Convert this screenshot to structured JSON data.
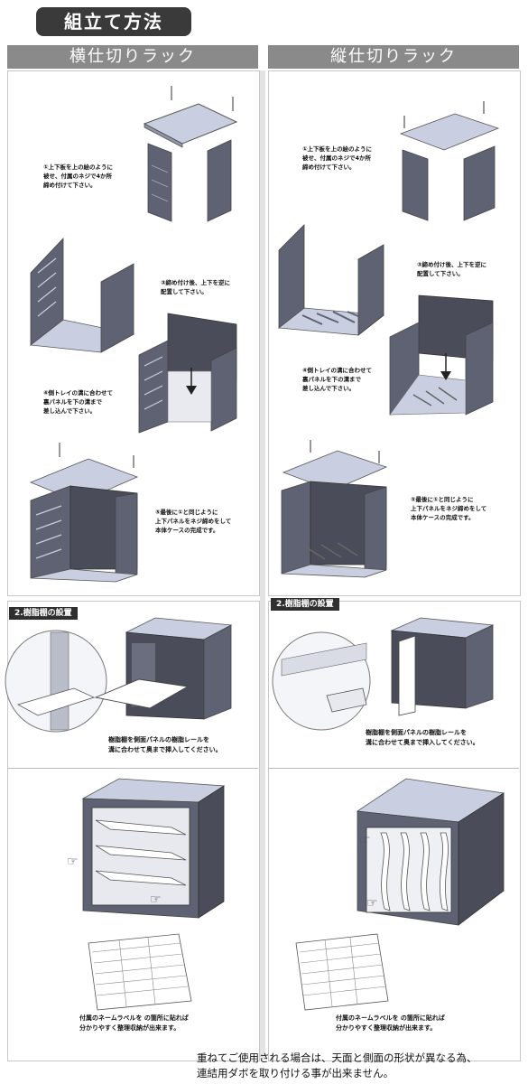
{
  "page_title": "組立て方法",
  "columns": {
    "left_header": "横仕切りラック",
    "right_header": "縦仕切りラック"
  },
  "steps": {
    "left_1": "①上下板を上の絵のように\n被せ、付属のネジで4か所\n締め付けて下さい。",
    "left_2": "③締め付け後、上下を逆に\n配置して下さい。",
    "left_3": "④側トレイの溝に合わせて\n裏パネルを下の溝まで\n差し込んで下さい。",
    "left_4": "⑤最後に①と同じように\n上下パネルをネジ締めをして\n本体ケースの完成です。",
    "right_1": "①上下板を上の絵のように\n被せ、付属のネジで4か所\n締め付けて下さい。",
    "right_2": "③締め付け後、上下を逆に\n配置して下さい。",
    "right_3": "④側トレイの溝に合わせて\n裏パネルを下の溝まで\n差し込んで下さい。",
    "right_4": "⑤最後に①と同じように\n上下パネルをネジ締めをして\n本体ケースの完成です。"
  },
  "section2": {
    "left_label": "2.樹脂棚の設置",
    "right_label": "2.樹脂棚の設置",
    "left_caption": "樹脂棚を側面パネルの樹脂レールを\n溝に合わせて奥まで挿入してください。",
    "right_caption": "樹脂棚を側面パネルの樹脂レールを\n溝に合わせて奥まで挿入してください。",
    "label_caption_left": "付属のネームラベルを   の箇所に貼れば\n分かりやすく整理収納が出来ます。",
    "label_caption_right": "付属のネームラベルを   の箇所に貼れば\n分かりやすく整理収納が出来ます。"
  },
  "footer_note": "重ねてご使用される場合は、天面と側面の形状が異なる為、\n連結用ダボを取り付ける事が出来ません。",
  "colors": {
    "panel_top": "#c9cfe0",
    "panel_side": "#5e6272",
    "panel_dark": "#4a4d59",
    "header_gray": "#8a8a8a",
    "title_bg": "#3a3a3a"
  }
}
